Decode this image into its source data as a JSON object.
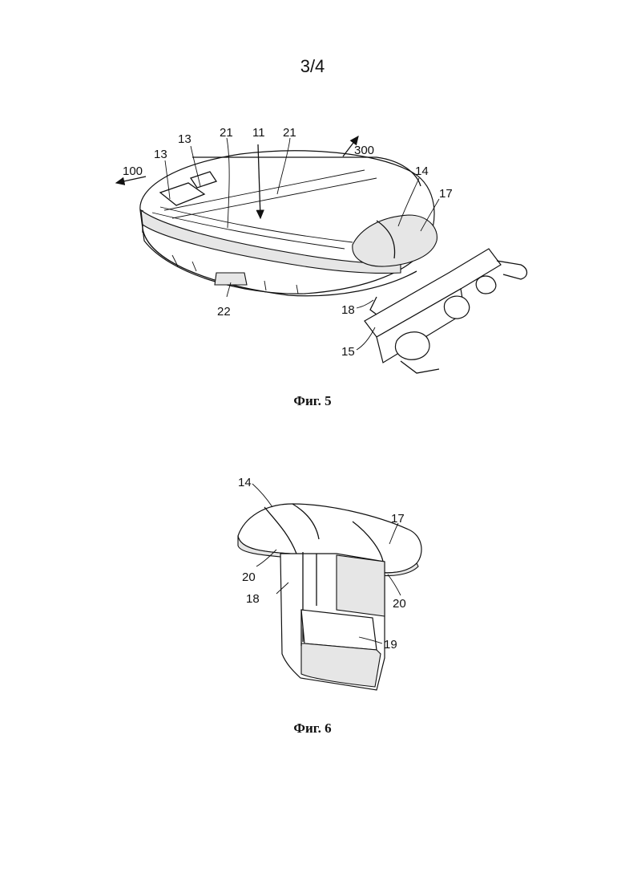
{
  "page_number": "3/4",
  "figures": [
    {
      "caption": "Фиг. 5",
      "labels": {
        "l100": "100",
        "l300": "300",
        "l13a": "13",
        "l13b": "13",
        "l21a": "21",
        "l11": "11",
        "l21b": "21",
        "l14": "14",
        "l17": "17",
        "l22": "22",
        "l18": "18",
        "l15": "15"
      }
    },
    {
      "caption": "Фиг. 6",
      "labels": {
        "l14": "14",
        "l17": "17",
        "l20a": "20",
        "l18": "18",
        "l20b": "20",
        "l19": "19"
      }
    }
  ]
}
